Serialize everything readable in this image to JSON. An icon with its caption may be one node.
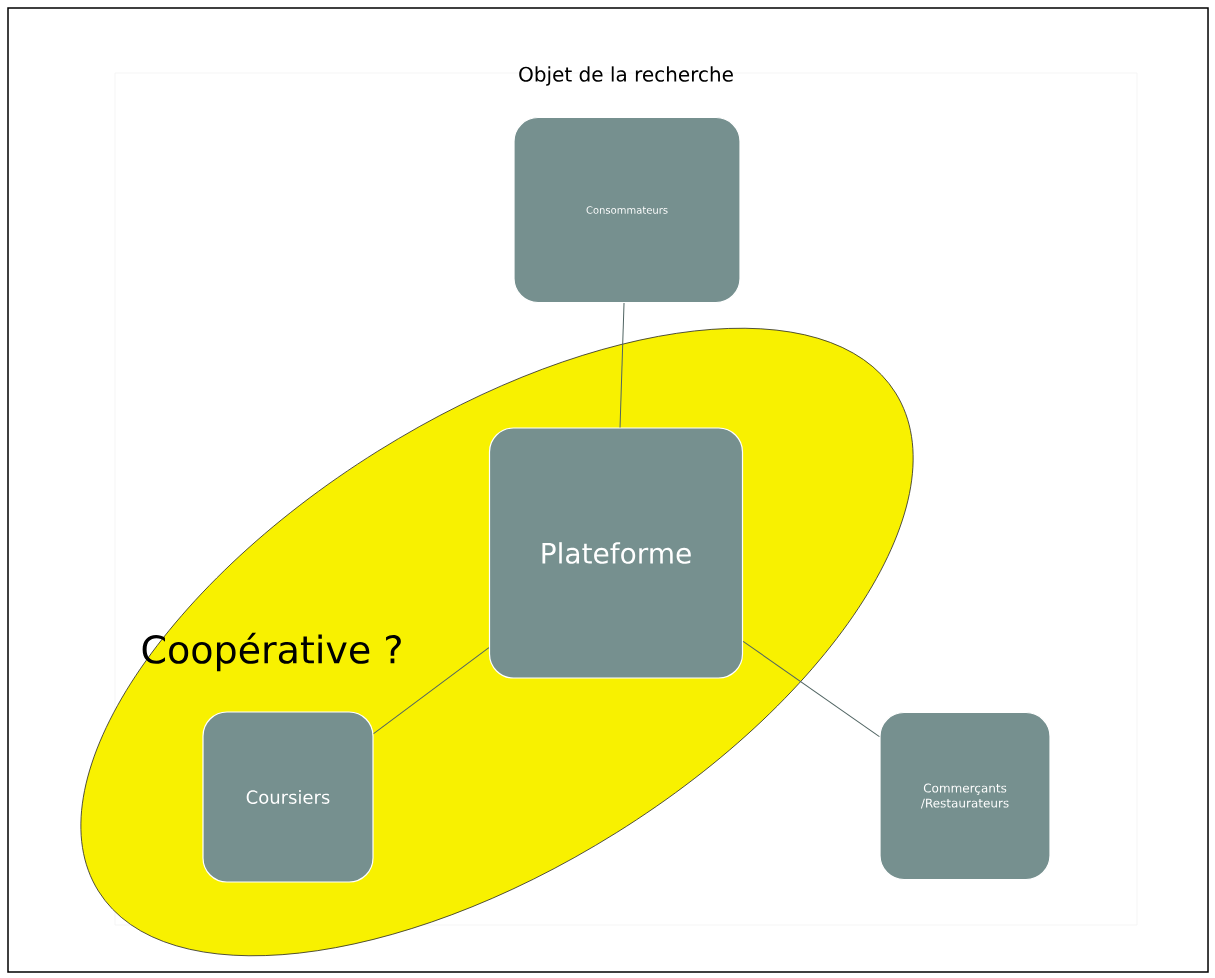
{
  "diagram": {
    "title": "Objet de la recherche",
    "nodes": [
      {
        "text": [
          "Consommateurs"
        ]
      },
      {
        "text": [
          "Coopérative ?"
        ]
      },
      {
        "text": [
          "Plateforme"
        ],
        "in": 1
      },
      {
        "text": [
          "Coursiers"
        ],
        "in": 1
      },
      {
        "text": [
          "Commerçants /Restaurateurs"
        ]
      }
    ],
    "edges": [
      {
        "from": 0,
        "to": 2,
        "arrow": "none"
      },
      {
        "from": 2,
        "to": 3,
        "arrow": "none"
      },
      {
        "from": 2,
        "to": 4,
        "arrow": "none"
      }
    ]
  }
}
